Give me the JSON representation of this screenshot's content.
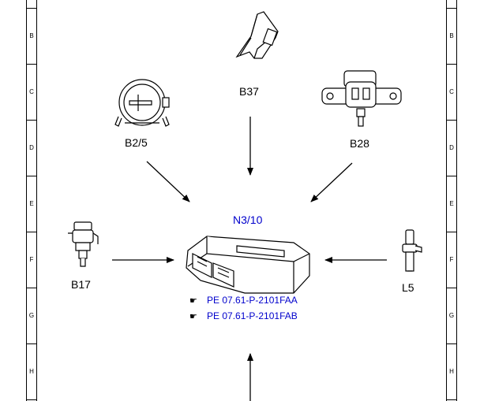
{
  "zones": [
    "B",
    "C",
    "D",
    "E",
    "F",
    "G",
    "H"
  ],
  "components": {
    "b37": "B37",
    "b25": "B2/5",
    "b28": "B28",
    "n310": "N3/10",
    "b17": "B17",
    "l5": "L5"
  },
  "references": [
    {
      "icon": "pointing-hand-icon",
      "text": "PE 07.61-P-2101FAA"
    },
    {
      "icon": "pointing-hand-icon",
      "text": "PE 07.61-P-2101FAB"
    }
  ]
}
